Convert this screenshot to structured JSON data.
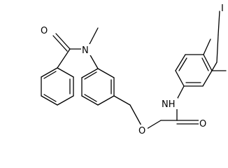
{
  "molecule": {
    "atoms": {
      "O_carbonyl_left": "O",
      "N_methyl": "N",
      "I": "I",
      "NH": "NH",
      "O_carbonyl_right": "O",
      "O_ether": "O"
    }
  }
}
